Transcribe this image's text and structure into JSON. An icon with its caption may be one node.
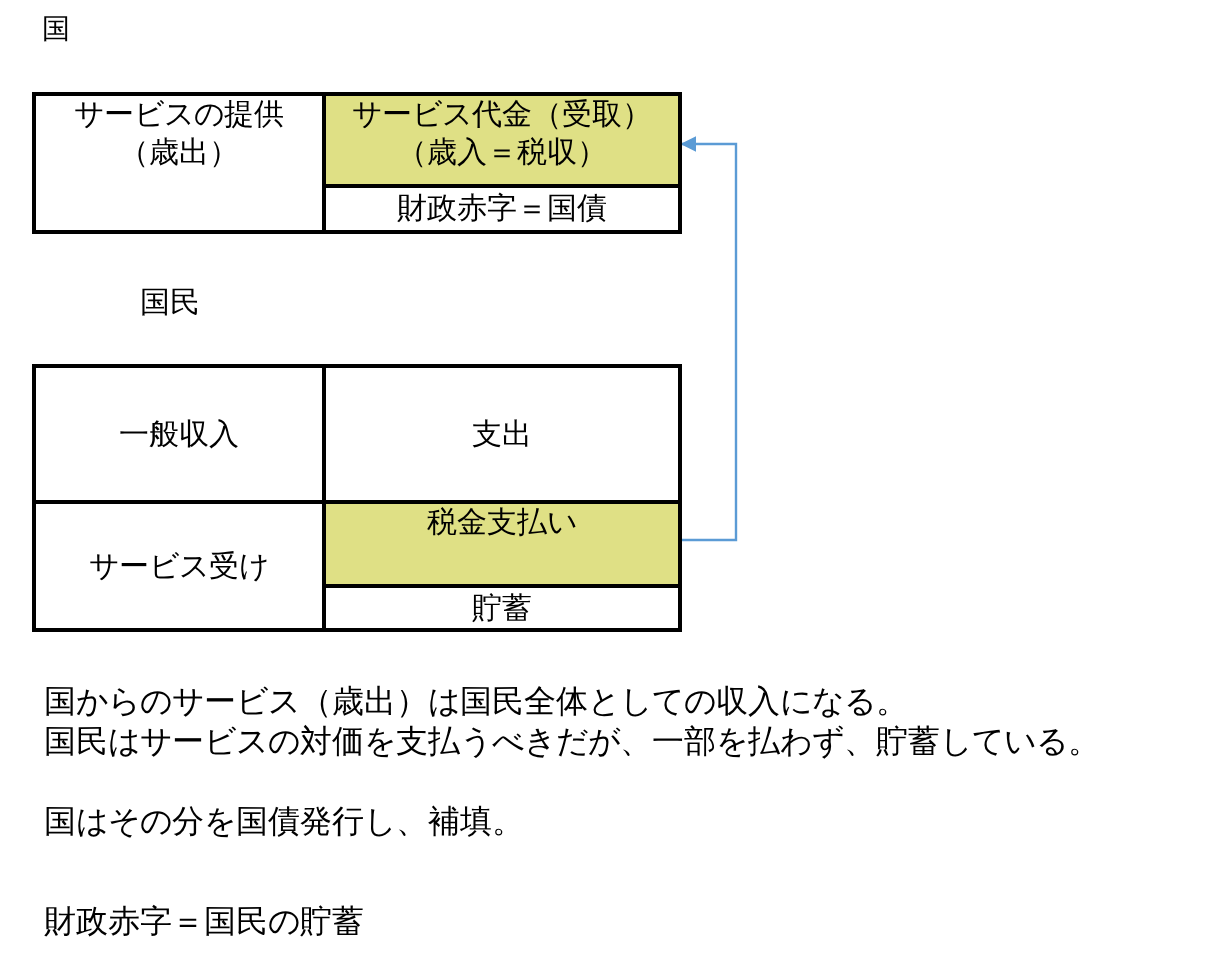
{
  "diagram": {
    "nodes": [
      {
        "text": [
          "サービスの提供（歳出）"
        ]
      },
      {
        "text": [
          "サービス代金（受取）（歳入＝税収）"
        ]
      },
      {
        "text": [
          "財政赤字＝国債"
        ]
      },
      {
        "text": [
          "一般収入"
        ]
      },
      {
        "text": [
          "支出"
        ]
      },
      {
        "text": [
          "サービス受け"
        ]
      },
      {
        "text": [
          "税金支払い"
        ]
      },
      {
        "text": [
          "貯蓄"
        ]
      }
    ],
    "edges": [
      {
        "from": 6,
        "to": 1,
        "arrow": "to",
        "color": "#5b9bd5"
      }
    ],
    "labels": [
      "国",
      "国民",
      "国からのサービス（歳出）は国民全体としての収入になる。",
      "国民はサービスの対価を支払うべきだが、一部を払わず、貯蓄している。",
      "国はその分を国債発行し、補填。",
      "財政赤字＝国民の貯蓄"
    ]
  }
}
